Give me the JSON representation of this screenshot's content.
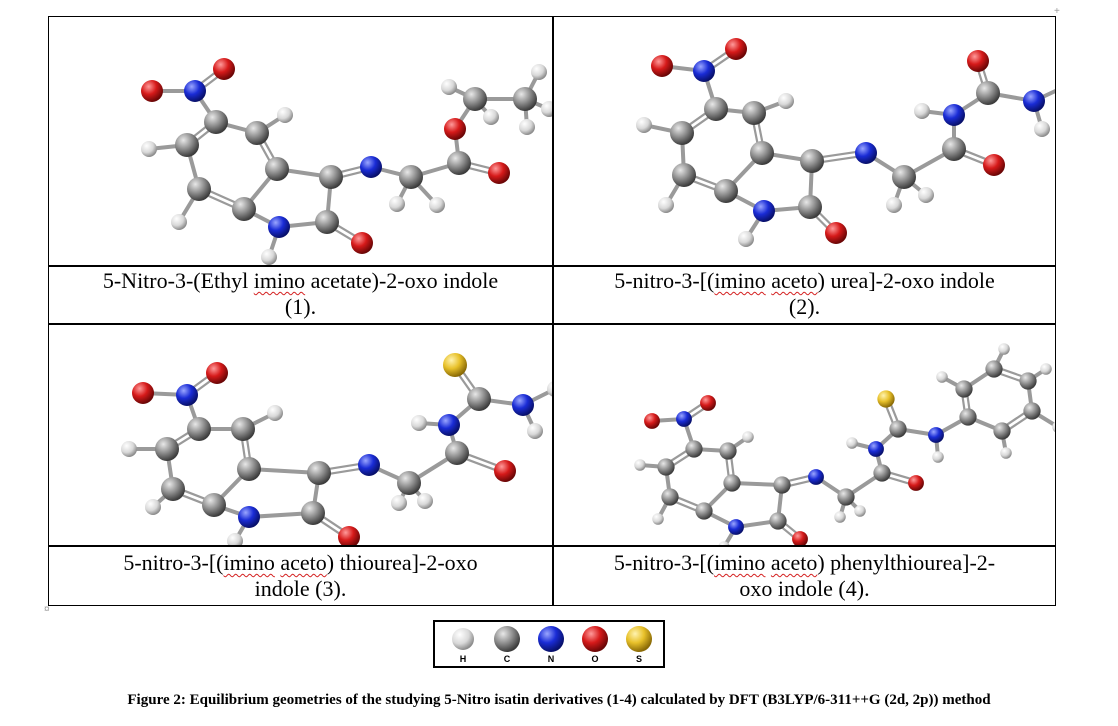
{
  "panels": [
    {
      "caption_lines": [
        "5-Nitro-3-(Ethyl imino acetate)-2-oxo indole",
        "(1)."
      ]
    },
    {
      "caption_lines": [
        "5-nitro-3-[(imino aceto) urea]-2-oxo indole",
        "(2)."
      ]
    },
    {
      "caption_lines": [
        "5-nitro-3-[(imino aceto) thiourea]-2-oxo",
        "indole (3)."
      ]
    },
    {
      "caption_lines": [
        "5-nitro-3-[(imino aceto) phenylthiourea]-2-",
        "oxo indole (4)."
      ]
    }
  ],
  "legend": [
    {
      "label": "H",
      "color": "#e6e6e6"
    },
    {
      "label": "C",
      "color": "#8a8a8a"
    },
    {
      "label": "N",
      "color": "#1a2cd6"
    },
    {
      "label": "O",
      "color": "#d61a1a"
    },
    {
      "label": "S",
      "color": "#e8c12a"
    }
  ],
  "figure_caption": "Figure 2: Equilibrium geometries of the studying 5-Nitro isatin derivatives (1-4) calculated by DFT (B3LYP/6-311++G (2d, 2p)) method"
}
